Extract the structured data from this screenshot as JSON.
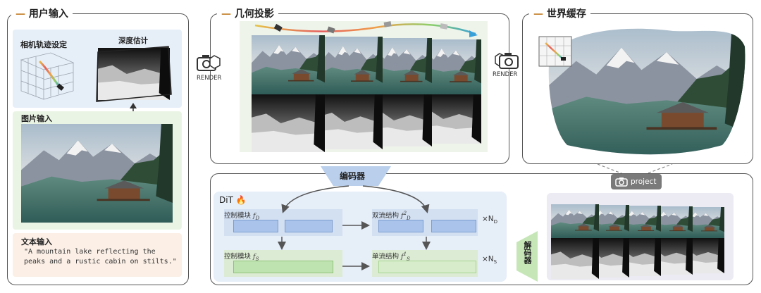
{
  "user_input": {
    "title": "用户输入",
    "camera_label": "相机轨迹设定",
    "depth_label": "深度估计",
    "image_label": "图片输入",
    "text_label": "文本输入",
    "prompt": "\"A mountain lake reflecting the peaks and a rustic cabin on stilts.\""
  },
  "projection": {
    "title": "几何投影",
    "render_left": "RENDER",
    "render_right": "RENDER"
  },
  "world_cache": {
    "title": "世界缓存",
    "project_label": "project"
  },
  "encoder": {
    "label": "编码器"
  },
  "decoder": {
    "label": "解码器"
  },
  "dit": {
    "title": "DiT",
    "control_d": "控制模块",
    "control_d_sym": "f",
    "control_d_sub": "D",
    "dual_stream": "双流结构",
    "dual_sym": "f",
    "dual_sup": "2",
    "dual_sub": "D",
    "mult_d": "×N",
    "mult_d_sub": "D",
    "control_s": "控制模块",
    "control_s_sym": "f",
    "control_s_sub": "S",
    "single_stream": "单流结构",
    "single_sym": "f",
    "single_sup": "1",
    "single_sub": "S",
    "mult_s": "×N",
    "mult_s_sub": "S"
  },
  "colors": {
    "accent_orange": "#c98a3a",
    "blue_bar": "#a9c3ea",
    "green_bar": "#bfe3b0",
    "light_blue_bg": "#e6eef8",
    "light_green_bg": "#eaf4e4",
    "encoder_bg": "#b9cfec",
    "decoder_bg": "#c6e6b8"
  }
}
